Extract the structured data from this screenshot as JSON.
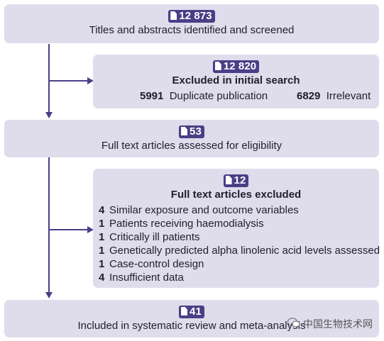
{
  "identified": {
    "count": "12 873",
    "label": "Titles and abstracts identified and screened"
  },
  "excluded_initial": {
    "count": "12 820",
    "title": "Excluded in initial search",
    "items": [
      {
        "n": "5991",
        "reason": "Duplicate publication"
      },
      {
        "n": "6829",
        "reason": "Irrelevant"
      }
    ]
  },
  "fulltext": {
    "count": "53",
    "label": "Full text articles assessed for eligibility"
  },
  "excluded_fulltext": {
    "count": "12",
    "title": "Full text articles excluded",
    "items": [
      {
        "n": "4",
        "reason": "Similar exposure and outcome variables"
      },
      {
        "n": "1",
        "reason": "Patients receiving haemodialysis"
      },
      {
        "n": "1",
        "reason": "Critically ill patients"
      },
      {
        "n": "1",
        "reason": "Genetically predicted alpha linolenic acid levels assessed"
      },
      {
        "n": "1",
        "reason": "Case-control design"
      },
      {
        "n": "4",
        "reason": "Insufficient data"
      }
    ]
  },
  "included": {
    "count": "41",
    "label": "Included in systematic review and meta-analysis"
  },
  "watermark": "中国生物技术网",
  "colors": {
    "accent": "#4a3f86",
    "box": "#dfdcec"
  },
  "icons": {
    "badge": "document-icon",
    "watermark": "wechat-icon"
  }
}
